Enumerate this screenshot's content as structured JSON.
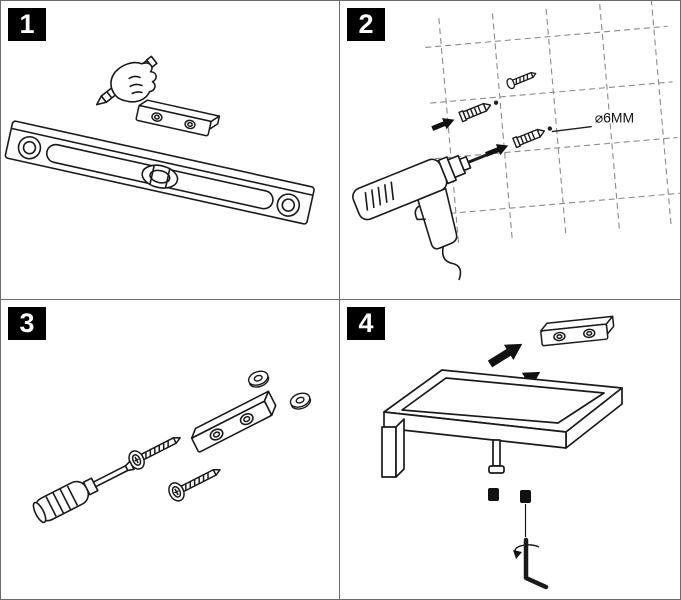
{
  "colors": {
    "background": "#ffffff",
    "line_art": "#1a1a1a",
    "badge_background": "#000000",
    "badge_text": "#ffffff",
    "panel_border": "#6b6b6b",
    "wall_dash": "#8a8a8a",
    "solid_arrow": "#111111"
  },
  "steps": [
    {
      "number": "1",
      "name": "mark-drill-positions",
      "illustrations": [
        "spirit-level-icon",
        "hand-pencil-icon",
        "mounting-bracket-icon"
      ]
    },
    {
      "number": "2",
      "name": "drill-holes-insert-anchors",
      "annotation": "⌀6MM",
      "illustrations": [
        "wall-grid",
        "drill-icon",
        "wall-plug-icon",
        "screw-icon",
        "drill-diameter-label"
      ]
    },
    {
      "number": "3",
      "name": "screw-bracket-to-wall",
      "illustrations": [
        "screwdriver-icon",
        "screw-icon",
        "washer-icon",
        "mounting-bracket-icon"
      ]
    },
    {
      "number": "4",
      "name": "slide-holder-onto-bracket",
      "illustrations": [
        "mounting-bracket-icon",
        "mount-direction-arrows",
        "paper-holder-icon",
        "set-screw-icon",
        "hex-key-icon",
        "rotation-arrow-icon"
      ]
    }
  ]
}
